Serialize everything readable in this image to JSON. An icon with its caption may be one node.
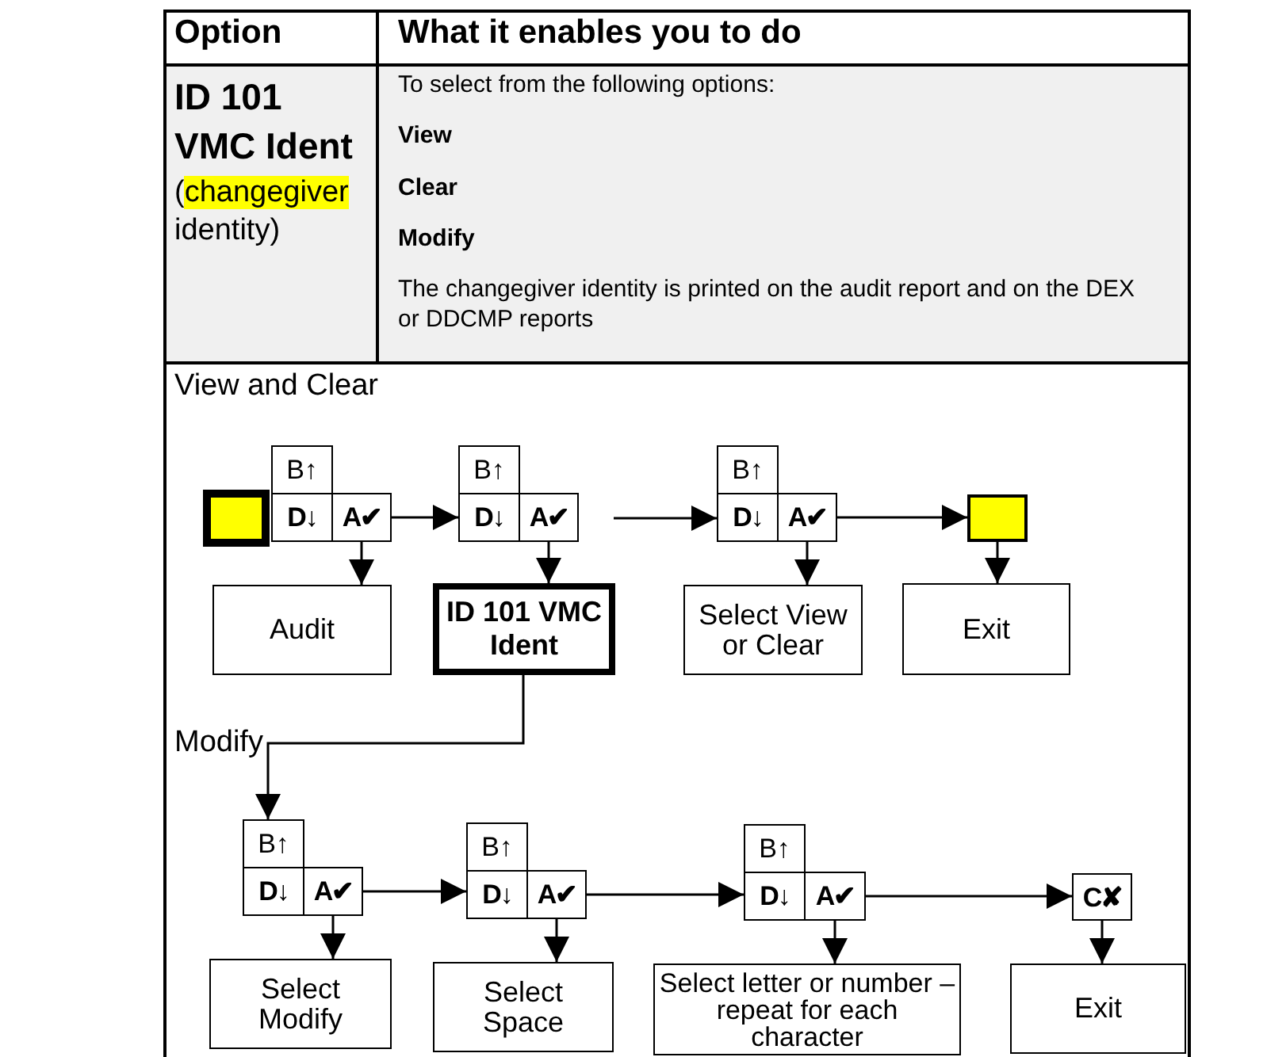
{
  "diagram": {
    "nodes": [
      {
        "text": [],
        "shape": "box"
      },
      {
        "text": [
          "B↑"
        ]
      },
      {
        "text": [
          "D↓"
        ]
      },
      {
        "text": [
          "A✔"
        ]
      },
      {
        "text": [
          "Audit"
        ]
      },
      {
        "text": [
          "B↑"
        ]
      },
      {
        "text": [
          "D↓"
        ]
      },
      {
        "text": [
          "A✔"
        ]
      },
      {
        "text": [
          "ID 101 VMC Ident"
        ]
      },
      {
        "text": [
          "B↑"
        ]
      },
      {
        "text": [
          "D↓"
        ]
      },
      {
        "text": [
          "A✔"
        ]
      },
      {
        "text": [
          "Select View or Clear"
        ]
      },
      {
        "text": [],
        "shape": "box"
      },
      {
        "text": [
          "Exit"
        ]
      },
      {
        "text": [
          "B↑"
        ]
      },
      {
        "text": [
          "D↓"
        ]
      },
      {
        "text": [
          "A✔"
        ]
      },
      {
        "text": [
          "Select Modify"
        ]
      },
      {
        "text": [
          "B↑"
        ]
      },
      {
        "text": [
          "D↓"
        ]
      },
      {
        "text": [
          "A✔"
        ]
      },
      {
        "text": [
          "Select Space"
        ]
      },
      {
        "text": [
          "B↑"
        ]
      },
      {
        "text": [
          "D↓"
        ]
      },
      {
        "text": [
          "A✔"
        ]
      },
      {
        "text": [
          "Select letter or number – repeat for each character"
        ]
      },
      {
        "text": [
          "C✘"
        ]
      },
      {
        "text": [
          "Exit"
        ]
      }
    ],
    "edges": [
      {
        "from": 3,
        "to": 4,
        "arrow": "to"
      },
      {
        "from": 3,
        "to": 6,
        "arrow": "to"
      },
      {
        "from": 7,
        "to": 8,
        "arrow": "to"
      },
      {
        "from": null,
        "to": 10,
        "arrow": "to"
      },
      {
        "from": 11,
        "to": 12,
        "arrow": "to"
      },
      {
        "from": 11,
        "to": 13,
        "arrow": "to"
      },
      {
        "from": 13,
        "to": 14,
        "arrow": "to"
      },
      {
        "from": 8,
        "to": 15,
        "arrow": "to"
      },
      {
        "from": 17,
        "to": 18,
        "arrow": "to"
      },
      {
        "from": 17,
        "to": 20,
        "arrow": "to"
      },
      {
        "from": 21,
        "to": 22,
        "arrow": "to"
      },
      {
        "from": 21,
        "to": 24,
        "arrow": "to"
      },
      {
        "from": 25,
        "to": 26,
        "arrow": "to"
      },
      {
        "from": 25,
        "to": 27,
        "arrow": "to"
      },
      {
        "from": 27,
        "to": 28,
        "arrow": "to"
      }
    ],
    "labels": [
      "Option",
      "What it enables you to do",
      "ID 101 VMC Ident",
      "(*changegiver* identity)",
      "To select from the following options:",
      "View",
      "Clear",
      "Modify",
      "The changegiver identity is printed on the audit report and on the DEX or DDCMP reports",
      "View and Clear",
      "Modify"
    ]
  }
}
